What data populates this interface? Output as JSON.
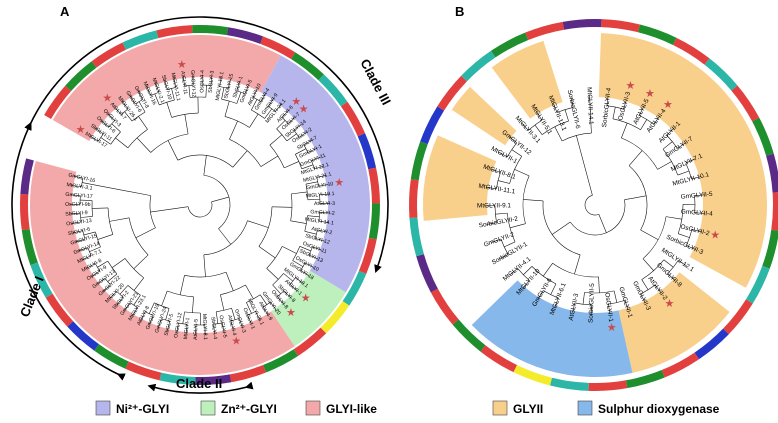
{
  "panels": [
    {
      "letter": "A"
    },
    {
      "letter": "B"
    }
  ],
  "clades": [
    {
      "label": "Clade III"
    },
    {
      "label": "Clade I"
    },
    {
      "label": "Clade II"
    }
  ],
  "legend_a": [
    {
      "label": "Ni²⁺-GLYI",
      "color": "#b6b6ec"
    },
    {
      "label": "Zn²⁺-GLYI",
      "color": "#bdf0bd"
    },
    {
      "label": "GLYI-like",
      "color": "#f3a9a9"
    }
  ],
  "legend_b": [
    {
      "label": "GLYII",
      "color": "#f9cf8c"
    },
    {
      "label": "Sulphur dioxygenase",
      "color": "#86b8ec"
    }
  ],
  "ring_colors": {
    "red": "#e2403f",
    "green": "#1f8e2d",
    "teal": "#2cb6a8",
    "blue": "#2437c9",
    "purple": "#5b2a86",
    "yellow": "#f4ec2a"
  },
  "tree_a": {
    "leaves_ni": [
      "GmGLYI-4",
      "GmGLYI-9",
      "MtGLYI-24.1",
      "AtGLYI-6",
      "OsGLYI-7",
      "SbGLYI-14",
      "OsGLYI-2",
      "SbGLYI-7",
      "GmGLYI-1",
      "GmGLYI-11",
      "MtGLYI-22.1",
      "MtGLYI-21.1",
      "GmGLYI-10",
      "MtGLYI-19.1",
      "AtGLYI-3",
      "GmGLYI-2",
      "MtGLYI-14.1",
      "AtGLYI-2",
      "SbGLYI-12",
      "OsGLYI-11",
      "SbGLYI-13",
      "OsGLYI-10"
    ],
    "leaves_zn": [
      "GmGLYI-18",
      "MtGLYI-10.1",
      "AtGLYI-1",
      "SbGLYI-8",
      "OsGLYI-8",
      "GmGLYI-20"
    ],
    "leaves_like": [
      "MtGLYI-17",
      "SbGLYI-11",
      "OsGLYI-6",
      "OsGLYI-3",
      "AtGLYI-7",
      "MtGLYI-26.1",
      "GmGLYI-6",
      "GmGLYI-8",
      "MtGLYI-16",
      "MtGLYI-2.1",
      "SbGLYI-10",
      "MtGLYI-11.1",
      "AtGLYI-11",
      "GmGLYI-12",
      "OsGLYI-4",
      "SbGLYI-3",
      "MtGLYI-18.1",
      "SbGLYI-15",
      "SbGLYI-1",
      "GmGLYI-5",
      "AtGLYI-10",
      "AtGLYI-9",
      "MtGLYI-25.1",
      "OsGLYI-1",
      "GmGLYI-3",
      "AtGLYI-4",
      "OsGLYI-5",
      "SbGLYI-4",
      "MtGLYI-8.1",
      "AtGLYI-5",
      "MtGLYI-1",
      "OsGLYI-12",
      "SbGLYI-5",
      "GmGLYI-24",
      "GmGLYI-19",
      "AtGLYI-8",
      "MtGLYI-23.1",
      "GmGLYI-21",
      "SbGLYI-2",
      "MtGLYI-20",
      "GmGLYI-22",
      "GmGLYI-13",
      "OsGLYI-9",
      "MtGLYI-8",
      "MtGLYI-7.1",
      "GmGLYI-14",
      "GmGLYI-15",
      "SbGLYI-6",
      "OsGLYI-13",
      "SbGLYI-9",
      "OsGLYI-9b",
      "GmGLYI-17",
      "MtGLYI-3.1",
      "GmGLYI-16"
    ]
  },
  "tree_b": {
    "leaves": [
      "SorbicGLYII-4",
      "OsGLYII-3",
      "AtGLYII-5",
      "AtGLYII-4",
      "AtGLYII-1",
      "GmGLYII-7",
      "MtGLYII-7.1",
      "MtGLYII-10.1",
      "GmGLYII-5",
      "GmGLYII-4",
      "OsGLYII-2",
      "SorbicGLYII-3",
      "MtGLYII-12.1",
      "GmGLYII-8",
      "AtGLYII-2",
      "GmGLYII-3",
      "GmGLYII-1",
      "OsGLYII-1",
      "SorbicGLYII-5",
      "AtGLYII-3",
      "MtGLYII-6.1",
      "GmGLYII-6",
      "MtGLYII-10",
      "MtGLYII-4.1",
      "SorbicGLYII-1",
      "GmGLYII-2",
      "SorbicGLYII-2",
      "MtGLYII-9.1",
      "MtGLYII-11.1",
      "MtGLYII-8.1",
      "MtGLYII-1",
      "GmGLYII-12",
      "MtGLYII-3.1",
      "MtGLYII-5.1",
      "MtGLYII-13.1",
      "SorbicGLYII-6",
      "MtGLYII-14.1"
    ],
    "glyii": [
      "SorbicGLYII-4",
      "OsGLYII-3",
      "AtGLYII-5",
      "AtGLYII-4",
      "AtGLYII-1",
      "GmGLYII-7",
      "MtGLYII-7.1",
      "MtGLYII-10.1",
      "GmGLYII-5",
      "GmGLYII-4",
      "OsGLYII-2",
      "SorbicGLYII-3",
      "GmGLYII-8",
      "AtGLYII-2",
      "GmGLYII-3",
      "GmGLYII-1",
      "MtGLYII-9.1",
      "MtGLYII-11.1",
      "MtGLYII-8.1",
      "GmGLYII-12",
      "MtGLYII-5.1",
      "MtGLYII-13.1"
    ],
    "sdo": [
      "OsGLYII-1",
      "SorbicGLYII-5",
      "AtGLYII-3",
      "MtGLYII-6.1",
      "GmGLYII-6",
      "MtGLYII-10"
    ]
  }
}
